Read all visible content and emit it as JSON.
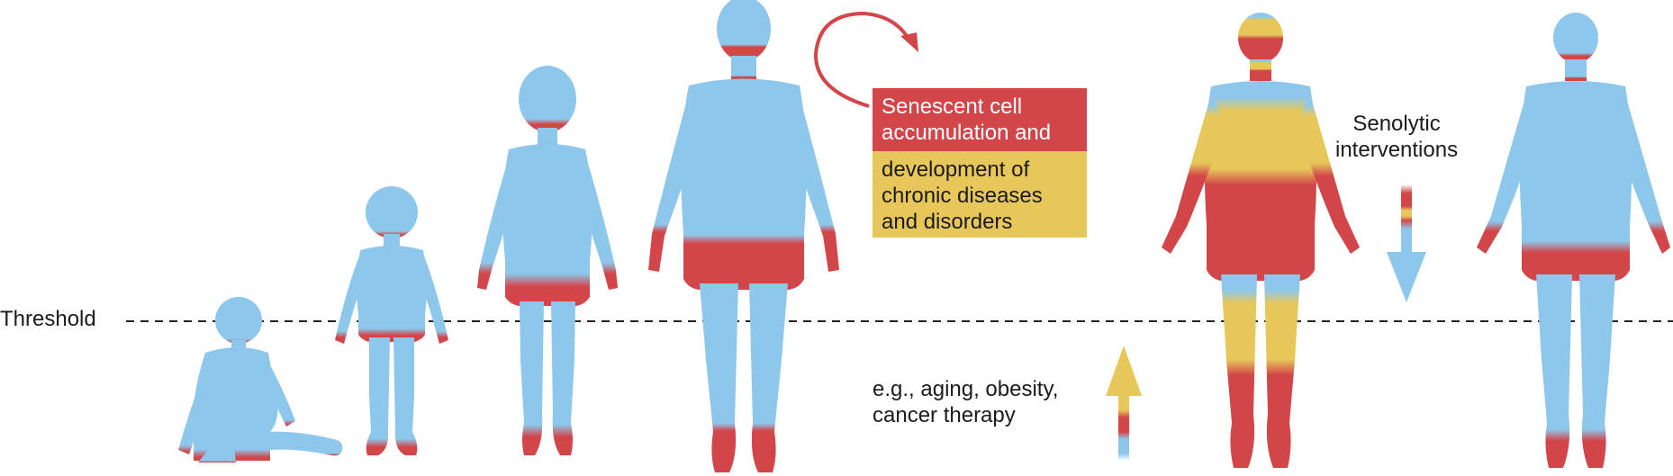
{
  "threshold_label": "Threshold",
  "box_red_text": "Senescent cell\naccumulation and",
  "box_yellow_text": "development of\nchronic diseases\nand disorders",
  "causes_text": "e.g., aging, obesity,\ncancer therapy",
  "intervention_text": "Senolytic\ninterventions",
  "colors": {
    "healthy_blue": "#8DC8EC",
    "senescent_red": "#D2464A",
    "disease_yellow": "#E7C75A",
    "text": "#1b1b1b"
  }
}
